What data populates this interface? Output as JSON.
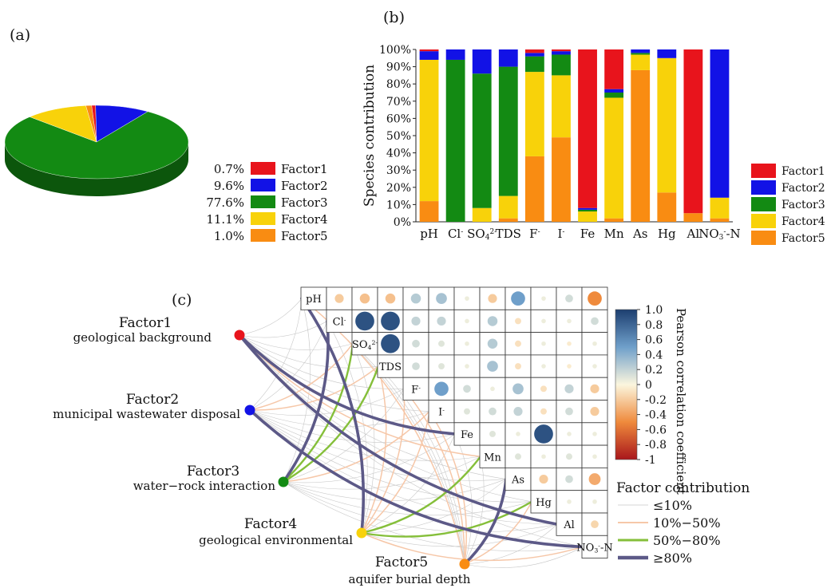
{
  "panel_labels": {
    "a": "(a)",
    "b": "(b)",
    "c": "(c)"
  },
  "factors": [
    "Factor1",
    "Factor2",
    "Factor3",
    "Factor4",
    "Factor5"
  ],
  "factor_colors": [
    "#e8141c",
    "#1212e6",
    "#138a13",
    "#f8d20a",
    "#f98c12"
  ],
  "factor_descriptions": [
    "geological background",
    "municipal wastewater disposal",
    "water−rock interaction",
    "geological environmental",
    "aquifer burial depth"
  ],
  "correlation_colorbar": {
    "title": "Pearson correlation coefficient",
    "ticks": [
      "1.0",
      "0.8",
      "0.6",
      "0.4",
      "0.2",
      "0",
      "-0.2",
      "-0.4",
      "-0.6",
      "-0.8",
      "-1"
    ]
  },
  "contribution_legend": {
    "title": "Factor contribution",
    "items": [
      {
        "label": "≤10%",
        "color": "#c8c8c8"
      },
      {
        "label": "10%−50%",
        "color": "#f6c7a8"
      },
      {
        "label": "50%−80%",
        "color": "#85bf3a"
      },
      {
        "label": "≥80%",
        "color": "#5c5987"
      }
    ]
  },
  "chart_data": [
    {
      "panel": "a",
      "type": "pie",
      "labels": [
        "Factor1",
        "Factor2",
        "Factor3",
        "Factor4",
        "Factor5"
      ],
      "values": [
        0.7,
        9.6,
        77.6,
        11.1,
        1.0
      ],
      "value_labels": [
        "0.7%",
        "9.6%",
        "77.6%",
        "11.1%",
        "1.0%"
      ],
      "legend": "right"
    },
    {
      "panel": "b",
      "type": "bar",
      "stacked": true,
      "ylabel": "Species contribution",
      "yticks": [
        "0%",
        "10%",
        "20%",
        "30%",
        "40%",
        "50%",
        "60%",
        "70%",
        "80%",
        "90%",
        "100%"
      ],
      "ylim": [
        0,
        100
      ],
      "categories": [
        "pH",
        "Cl⁻",
        "SO₄²⁻",
        "TDS",
        "F⁻",
        "I⁻",
        "Fe",
        "Mn",
        "As",
        "Hg",
        "Al",
        "NO₃⁻-N"
      ],
      "series": [
        {
          "name": "Factor5",
          "values": [
            12,
            0,
            0,
            2,
            38,
            49,
            0,
            2,
            88,
            17,
            5,
            2
          ]
        },
        {
          "name": "Factor4",
          "values": [
            82,
            0,
            8,
            13,
            49,
            36,
            6,
            70,
            9,
            78,
            0,
            12
          ]
        },
        {
          "name": "Factor3",
          "values": [
            0,
            94,
            78,
            75,
            9,
            12,
            1,
            3,
            1,
            0,
            0,
            0
          ]
        },
        {
          "name": "Factor2",
          "values": [
            5,
            6,
            14,
            10,
            2,
            2,
            1,
            2,
            2,
            5,
            0,
            86
          ]
        },
        {
          "name": "Factor1",
          "values": [
            1,
            0,
            0,
            0,
            2,
            1,
            92,
            23,
            0,
            0,
            95,
            0
          ]
        }
      ],
      "legend": "right"
    },
    {
      "panel": "c",
      "type": "heatmap",
      "variables": [
        "pH",
        "Cl⁻",
        "SO₄²⁻",
        "TDS",
        "F⁻",
        "I⁻",
        "Fe",
        "Mn",
        "As",
        "Hg",
        "Al",
        "NO₃⁻-N"
      ],
      "correlations": [
        [
          -0.2,
          -0.25,
          -0.25,
          0.25,
          0.3,
          0.05,
          -0.2,
          0.5,
          0.05,
          0.15,
          -0.5
        ],
        [
          0.9,
          0.9,
          0.2,
          0.2,
          0.05,
          0.25,
          -0.1,
          0.05,
          0.05,
          0.15
        ],
        [
          0.9,
          0.15,
          0.1,
          0.05,
          0.25,
          -0.1,
          0.05,
          -0.05,
          0.05
        ],
        [
          0.15,
          0.1,
          0.05,
          0.3,
          -0.1,
          0.05,
          -0.05,
          0.05
        ],
        [
          0.5,
          0.15,
          0.05,
          0.3,
          -0.1,
          0.2,
          -0.2
        ],
        [
          0.1,
          0.15,
          0.2,
          -0.1,
          0.15,
          -0.2
        ],
        [
          0.1,
          0.05,
          0.9,
          0.05,
          0.05
        ],
        [
          0.1,
          0.05,
          0.1,
          0.05
        ],
        [
          -0.2,
          0.15,
          -0.35
        ],
        [
          0.05,
          0.05
        ],
        [
          -0.15
        ]
      ],
      "links": [
        {
          "factor": "Factor1",
          "target": "Fe",
          "class": "≥80%"
        },
        {
          "factor": "Factor1",
          "target": "Al",
          "class": "≥80%"
        },
        {
          "factor": "Factor1",
          "target": "Mn",
          "class": "10%−50%"
        },
        {
          "factor": "Factor2",
          "target": "NO₃⁻-N",
          "class": "≥80%"
        },
        {
          "factor": "Factor2",
          "target": "SO₄²⁻",
          "class": "10%−50%"
        },
        {
          "factor": "Factor2",
          "target": "TDS",
          "class": "10%−50%"
        },
        {
          "factor": "Factor3",
          "target": "Cl⁻",
          "class": "≥80%"
        },
        {
          "factor": "Factor3",
          "target": "SO₄²⁻",
          "class": "50%−80%"
        },
        {
          "factor": "Factor3",
          "target": "TDS",
          "class": "50%−80%"
        },
        {
          "factor": "Factor3",
          "target": "I⁻",
          "class": "10%−50%"
        },
        {
          "factor": "Factor4",
          "target": "pH",
          "class": "≥80%"
        },
        {
          "factor": "Factor4",
          "target": "Mn",
          "class": "50%−80%"
        },
        {
          "factor": "Factor4",
          "target": "Hg",
          "class": "50%−80%"
        },
        {
          "factor": "Factor4",
          "target": "F⁻",
          "class": "10%−50%"
        },
        {
          "factor": "Factor4",
          "target": "I⁻",
          "class": "10%−50%"
        },
        {
          "factor": "Factor4",
          "target": "TDS",
          "class": "10%−50%"
        },
        {
          "factor": "Factor4",
          "target": "NO₃⁻-N",
          "class": "10%−50%"
        },
        {
          "factor": "Factor5",
          "target": "As",
          "class": "≥80%"
        },
        {
          "factor": "Factor5",
          "target": "F⁻",
          "class": "10%−50%"
        },
        {
          "factor": "Factor5",
          "target": "I⁻",
          "class": "10%−50%"
        },
        {
          "factor": "Factor5",
          "target": "pH",
          "class": "10%−50%"
        },
        {
          "factor": "Factor5",
          "target": "Hg",
          "class": "10%−50%"
        }
      ]
    }
  ]
}
